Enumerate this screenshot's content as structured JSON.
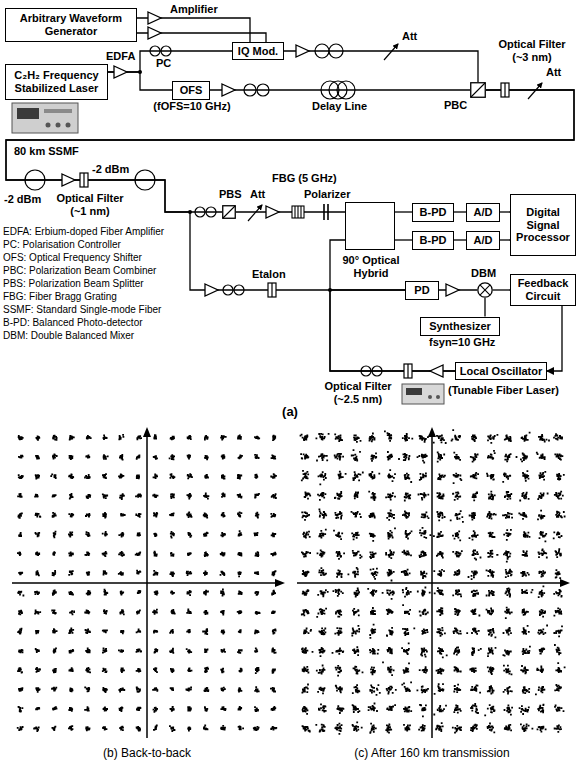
{
  "diagram": {
    "nodes": [
      {
        "text": [
          "Arbitrary Waveform Generator"
        ]
      },
      {
        "text": [
          "IQ Mod."
        ]
      },
      {
        "text": [
          "C₂H₂ Frequency Stabilized Laser"
        ]
      },
      {
        "text": [
          "OFS",
          "(fOFS=10 GHz)"
        ]
      },
      {
        "text": [
          "PBC"
        ]
      },
      {
        "text": [
          "PBS"
        ]
      },
      {
        "text": [
          "90° Optical Hybrid"
        ]
      },
      {
        "text": [
          "B-PD"
        ]
      },
      {
        "text": [
          "A/D"
        ]
      },
      {
        "text": [
          "Digital Signal Processor"
        ]
      },
      {
        "text": [
          "B-PD"
        ]
      },
      {
        "text": [
          "A/D"
        ]
      },
      {
        "text": [
          "PD"
        ]
      },
      {
        "text": [
          "DBM"
        ]
      },
      {
        "text": [
          "Feedback Circuit"
        ]
      },
      {
        "text": [
          "Synthesizer",
          "fsyn=10 GHz"
        ]
      },
      {
        "text": [
          "Local Oscillator",
          "(Tunable Fiber Laser)"
        ]
      }
    ],
    "edges": [
      {
        "from": 0,
        "to": 1,
        "arrow": "none"
      },
      {
        "from": 0,
        "to": 1,
        "arrow": "none"
      },
      {
        "from": 2,
        "to": 1,
        "arrow": "none"
      },
      {
        "from": 2,
        "to": 3,
        "arrow": "none"
      },
      {
        "from": 1,
        "to": 4,
        "arrow": "none"
      },
      {
        "from": 3,
        "to": 4,
        "arrow": "none"
      },
      {
        "from": 4,
        "to": 5,
        "arrow": "none"
      },
      {
        "from": 5,
        "to": 6,
        "arrow": "none"
      },
      {
        "from": 6,
        "to": 7,
        "arrow": "none"
      },
      {
        "from": 7,
        "to": 8,
        "arrow": "none"
      },
      {
        "from": 8,
        "to": 9,
        "arrow": "none"
      },
      {
        "from": 6,
        "to": 10,
        "arrow": "none"
      },
      {
        "from": 10,
        "to": 11,
        "arrow": "none"
      },
      {
        "from": 11,
        "to": 9,
        "arrow": "none"
      },
      {
        "from": 4,
        "to": 12,
        "arrow": "none"
      },
      {
        "from": 12,
        "to": 13,
        "arrow": "none"
      },
      {
        "from": 13,
        "to": 14,
        "arrow": "none"
      },
      {
        "from": 15,
        "to": 13,
        "arrow": "none"
      },
      {
        "from": 14,
        "to": 16,
        "arrow": "to"
      },
      {
        "from": 16,
        "to": 6,
        "arrow": "none"
      },
      {
        "from": 16,
        "to": 12,
        "arrow": "none"
      }
    ],
    "labels": [
      "Amplifier",
      "EDFA",
      "PC",
      "Att",
      "Delay Line",
      "Optical Filter (~3 nm)",
      "Att",
      "80 km SSMF",
      "-2 dBm",
      "Optical Filter (~1 nm)",
      "-2 dBm",
      "Att",
      "FBG (5 GHz)",
      "Polarizer",
      "Etalon",
      "Optical Filter (~2.5 nm)",
      "EDFA: Erbium-doped Fiber Amplifier",
      "PC: Polarisation Controller",
      "OFS: Optical Frequency Shifter",
      "PBC: Polarization Beam Combiner",
      "PBS: Polarization Beam Splitter",
      "FBG: Fiber Bragg Grating",
      "SSMF: Standard Single-mode Fiber",
      "B-PD: Balanced Photo-detector",
      "DBM: Double Balanced Mixer",
      "(a)",
      "(b) Back-to-back",
      "(c) After 160 km transmission"
    ]
  }
}
